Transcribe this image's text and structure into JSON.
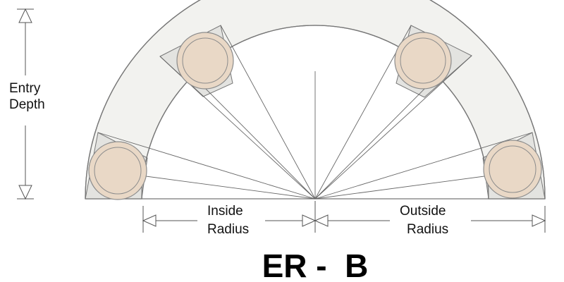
{
  "diagram": {
    "title": "ER -  B",
    "labels": {
      "entry_depth_line1": "Entry",
      "entry_depth_line2": "Depth",
      "inside_radius_line1": "Inside",
      "inside_radius_line2": "Radius",
      "outside_radius_line1": "Outside",
      "outside_radius_line2": "Radius"
    },
    "colors": {
      "ring_fill": "#f2f2ef",
      "end_segment_fill": "#e3e3e0",
      "roller_fill": "#e9d8c6",
      "roller_stroke": "#8c8c8c",
      "outline": "#777777"
    },
    "roller_count": 4
  }
}
